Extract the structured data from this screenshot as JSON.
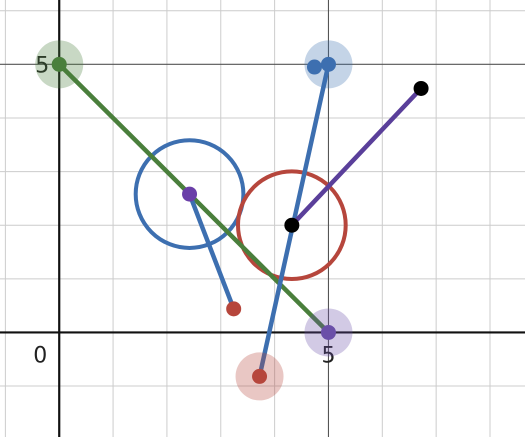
{
  "graph": {
    "x_range": [
      -1.1,
      8.65
    ],
    "y_range": [
      -1.95,
      6.2
    ],
    "grid_minor": 1,
    "grid_major": 5,
    "tick_labels": [
      {
        "id": "x5",
        "text": "5",
        "x": 5,
        "y": 0,
        "anchor": "below"
      },
      {
        "id": "y5",
        "text": "5",
        "x": 0,
        "y": 5,
        "anchor": "left"
      },
      {
        "id": "origin",
        "text": "0",
        "x": 0,
        "y": 0,
        "anchor": "below-left"
      }
    ]
  },
  "segments": [
    {
      "id": "green-segment",
      "from": [
        0,
        5
      ],
      "to": [
        5,
        0
      ],
      "color": "#4a7f3c"
    },
    {
      "id": "blue-segment-long",
      "from": [
        3.72,
        -0.82
      ],
      "to": [
        5,
        5
      ],
      "color": "#3d6fb0"
    },
    {
      "id": "blue-segment-short",
      "from": [
        2.42,
        2.58
      ],
      "to": [
        3.24,
        0.44
      ],
      "color": "#3d6fb0"
    },
    {
      "id": "purple-segment",
      "from": [
        4.32,
        2.0
      ],
      "to": [
        6.72,
        4.55
      ],
      "color": "#5a3f9a"
    }
  ],
  "circles": [
    {
      "id": "blue-circle",
      "center": [
        2.42,
        2.58
      ],
      "radius": 1.0,
      "color": "#3d6fb0"
    },
    {
      "id": "red-circle",
      "center": [
        4.32,
        2.0
      ],
      "radius": 1.0,
      "color": "#b6463c"
    }
  ],
  "points": [
    {
      "id": "green-point",
      "at": [
        0,
        5
      ],
      "color": "#4a7f3c",
      "halo": true
    },
    {
      "id": "blue-point-top",
      "at": [
        5,
        5
      ],
      "color": "#3d6fb0",
      "halo": true
    },
    {
      "id": "blue-point-top-small",
      "at": [
        4.74,
        4.95
      ],
      "color": "#3d6fb0",
      "halo": false
    },
    {
      "id": "purple-point-bottom",
      "at": [
        5,
        0
      ],
      "color": "#6a4fa8",
      "halo": true
    },
    {
      "id": "red-point-bottom",
      "at": [
        3.72,
        -0.82
      ],
      "color": "#b6463c",
      "halo": true
    },
    {
      "id": "purple-point-center",
      "at": [
        2.42,
        2.58
      ],
      "color": "#6a3fa8",
      "halo": false
    },
    {
      "id": "red-point-small",
      "at": [
        3.24,
        0.44
      ],
      "color": "#b6463c",
      "halo": false
    },
    {
      "id": "black-point-center",
      "at": [
        4.32,
        2.0
      ],
      "color": "#000000",
      "halo": false
    },
    {
      "id": "black-point-end",
      "at": [
        6.72,
        4.55
      ],
      "color": "#000000",
      "halo": false
    }
  ]
}
